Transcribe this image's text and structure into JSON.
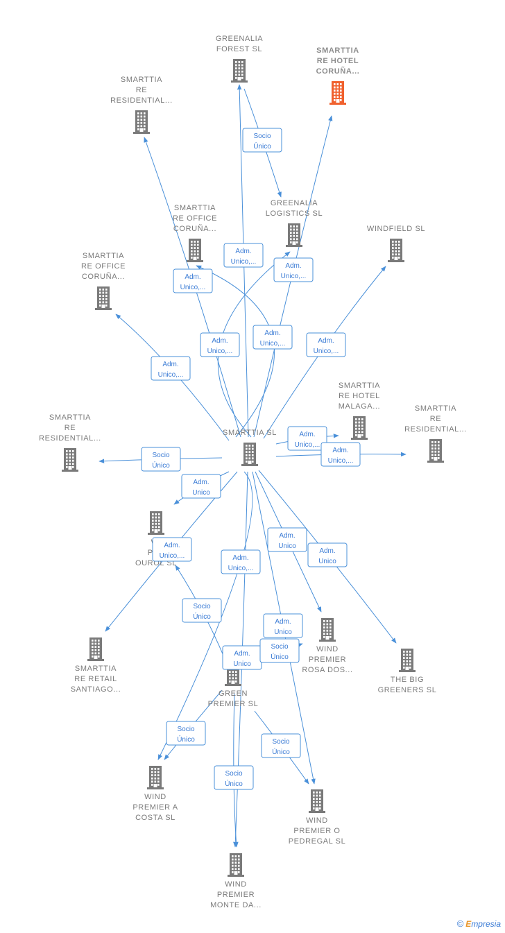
{
  "colors": {
    "node": "#7a7a7a",
    "highlight": "#f0612e",
    "edge": "#4a90d9",
    "label_text": "#3a7bd5"
  },
  "nodes": [
    {
      "id": "smarttia",
      "lines": [
        "SMARTTIA  SL"
      ],
      "label_above": true
    },
    {
      "id": "greenalia_forest",
      "lines": [
        "GREENALIA",
        "FOREST  SL"
      ],
      "label_above": true
    },
    {
      "id": "smarttia_hotel_coruna",
      "lines": [
        "SMARTTIA",
        "RE HOTEL",
        "CORUÑA..."
      ],
      "label_above": true,
      "highlight": true
    },
    {
      "id": "smarttia_res_1",
      "lines": [
        "SMARTTIA",
        "RE",
        "RESIDENTIAL..."
      ],
      "label_above": true
    },
    {
      "id": "greenalia_logistics",
      "lines": [
        "GREENALIA",
        "LOGISTICS  SL"
      ],
      "label_above": true
    },
    {
      "id": "smarttia_office_1",
      "lines": [
        "SMARTTIA",
        "RE OFFICE",
        "CORUÑA..."
      ],
      "label_above": true
    },
    {
      "id": "windfield",
      "lines": [
        "WINDFIELD  SL"
      ],
      "label_above": true
    },
    {
      "id": "smarttia_office_2",
      "lines": [
        "SMARTTIA",
        "RE OFFICE",
        "CORUÑA..."
      ],
      "label_above": true
    },
    {
      "id": "smarttia_hotel_malaga",
      "lines": [
        "SMARTTIA",
        "RE HOTEL",
        "MALAGA..."
      ],
      "label_above": true
    },
    {
      "id": "smarttia_res_2",
      "lines": [
        "SMARTTIA",
        "RE",
        "RESIDENTIAL..."
      ],
      "label_above": true
    },
    {
      "id": "smarttia_res_3",
      "lines": [
        "SMARTTIA",
        "RE",
        "RESIDENTIAL..."
      ],
      "label_above": true
    },
    {
      "id": "wind_ouroi",
      "lines": [
        "WI",
        "PRE",
        "OUROL  SL"
      ],
      "label_above": false
    },
    {
      "id": "wind_rosa",
      "lines": [
        "WIND",
        "PREMIER",
        "ROSA DOS..."
      ],
      "label_above": false
    },
    {
      "id": "big_greeners",
      "lines": [
        "THE BIG",
        "GREENERS  SL"
      ],
      "label_above": false
    },
    {
      "id": "smarttia_retail",
      "lines": [
        "SMARTTIA",
        "RE RETAIL",
        "SANTIAGO..."
      ],
      "label_above": false
    },
    {
      "id": "green_premier",
      "lines": [
        "GREEN",
        "PREMIER  SL"
      ],
      "label_above": false
    },
    {
      "id": "wind_costa",
      "lines": [
        "WIND",
        "PREMIER A",
        "COSTA  SL"
      ],
      "label_above": false
    },
    {
      "id": "wind_pedregal",
      "lines": [
        "WIND",
        "PREMIER O",
        "PEDREGAL  SL"
      ],
      "label_above": false
    },
    {
      "id": "wind_monte",
      "lines": [
        "WIND",
        "PREMIER",
        "MONTE DA..."
      ],
      "label_above": false
    }
  ],
  "edges": [
    {
      "from": "greenalia_forest",
      "to": "greenalia_logistics",
      "lines": [
        "Socio",
        "Único"
      ]
    },
    {
      "from": "smarttia",
      "to": "greenalia_forest",
      "lines": [
        "Adm.",
        "Unico,..."
      ]
    },
    {
      "from": "smarttia",
      "to": "smarttia_hotel_coruna",
      "lines": [
        "Adm.",
        "Unico,..."
      ]
    },
    {
      "from": "smarttia",
      "to": "smarttia_res_1",
      "lines": [
        "Adm.",
        "Unico,..."
      ]
    },
    {
      "from": "smarttia",
      "to": "greenalia_logistics",
      "lines": [
        "Adm.",
        "Unico,..."
      ]
    },
    {
      "from": "smarttia",
      "to": "smarttia_office_1",
      "lines": [
        "Adm.",
        "Unico,..."
      ]
    },
    {
      "from": "smarttia",
      "to": "windfield",
      "lines": [
        "Adm.",
        "Unico,..."
      ]
    },
    {
      "from": "smarttia",
      "to": "smarttia_office_2",
      "lines": [
        "Adm.",
        "Unico,..."
      ]
    },
    {
      "from": "smarttia",
      "to": "smarttia_hotel_malaga",
      "lines": [
        "Adm.",
        "Unico,..."
      ]
    },
    {
      "from": "smarttia",
      "to": "smarttia_res_3",
      "lines": [
        "Adm.",
        "Unico,..."
      ]
    },
    {
      "from": "smarttia",
      "to": "smarttia_res_2",
      "lines": [
        "Socio",
        "Único"
      ]
    },
    {
      "from": "smarttia",
      "to": "wind_ouroi",
      "lines": [
        "Adm.",
        "Unico"
      ]
    },
    {
      "from": "smarttia",
      "to": "smarttia_retail",
      "lines": [
        "Adm.",
        "Unico,..."
      ]
    },
    {
      "from": "smarttia",
      "to": "wind_rosa",
      "lines": [
        "Adm.",
        "Unico"
      ]
    },
    {
      "from": "smarttia",
      "to": "big_greeners",
      "lines": [
        "Adm.",
        "Unico"
      ]
    },
    {
      "from": "smarttia",
      "to": "wind_costa",
      "lines": [
        "Adm.",
        "Unico,..."
      ]
    },
    {
      "from": "smarttia",
      "to": "wind_pedregal",
      "lines": [
        "Adm.",
        "Unico"
      ]
    },
    {
      "from": "smarttia",
      "to": "wind_monte",
      "lines": [
        "Adm.",
        "Unico"
      ]
    },
    {
      "from": "green_premier",
      "to": "wind_ouroi",
      "lines": [
        "Socio",
        "Único"
      ]
    },
    {
      "from": "green_premier",
      "to": "wind_rosa",
      "lines": [
        "Socio",
        "Único"
      ]
    },
    {
      "from": "green_premier",
      "to": "wind_costa",
      "lines": [
        "Socio",
        "Único"
      ]
    },
    {
      "from": "green_premier",
      "to": "wind_pedregal",
      "lines": [
        "Socio",
        "Único"
      ]
    },
    {
      "from": "green_premier",
      "to": "wind_monte",
      "lines": [
        "Socio",
        "Único"
      ]
    }
  ],
  "footer": {
    "copyright": "©",
    "brand_initial": "E",
    "brand_rest": "mpresia"
  }
}
